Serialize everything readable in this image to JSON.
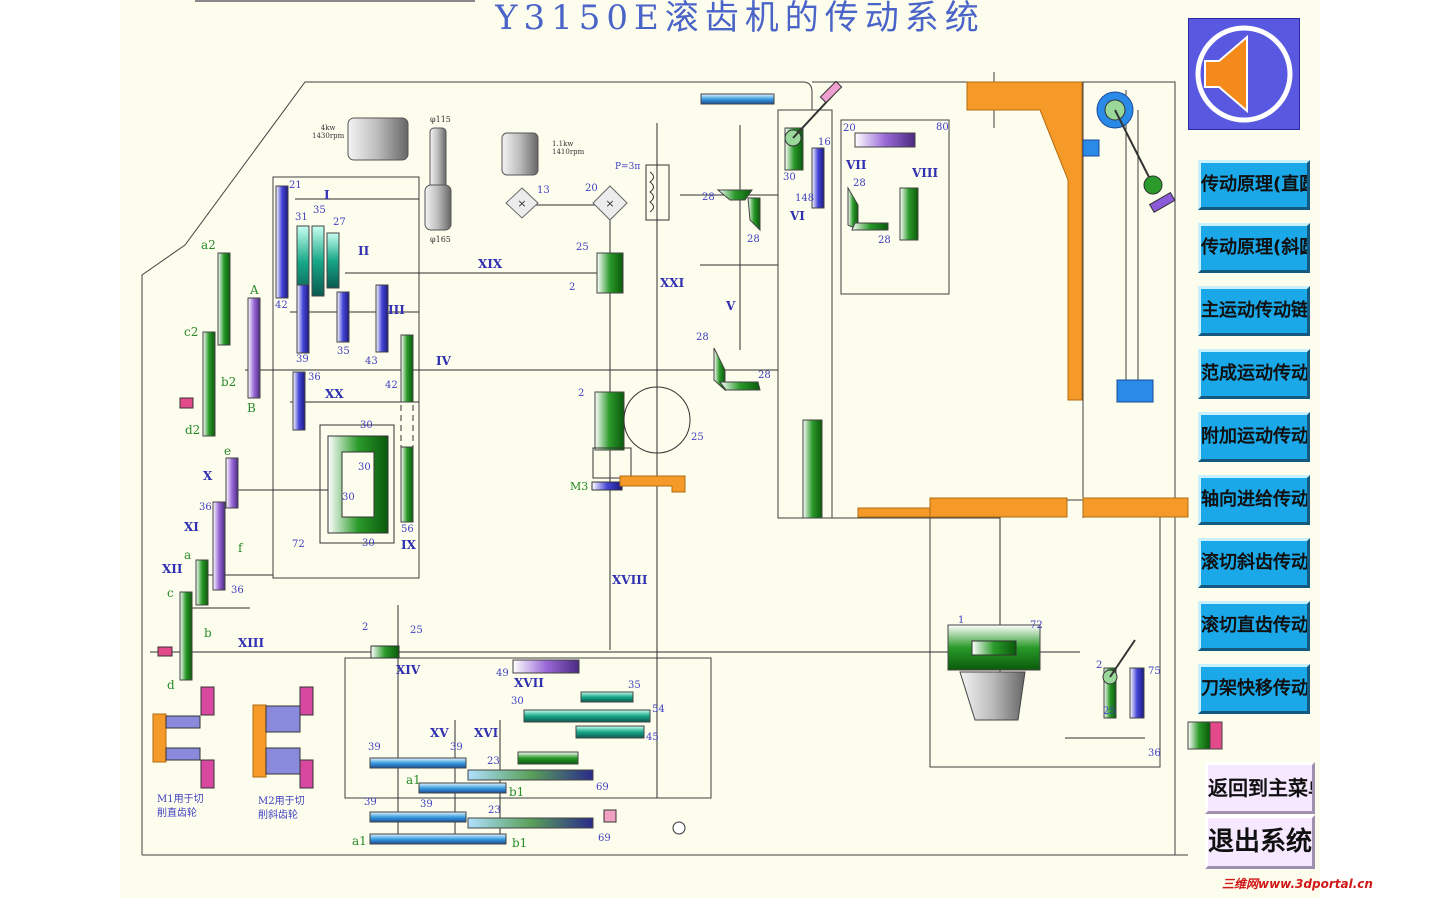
{
  "title": "Y3150E滚齿机的传动系统",
  "nav_buttons": [
    "传动原理(直圆)",
    "传动原理(斜圆)",
    "主运动传动链",
    "范成运动传动链",
    "附加运动传动链",
    "轴向进给传动链",
    "滚切斜齿传动链",
    "滚切直齿传动链",
    "刀架快移传动链"
  ],
  "footer_buttons": {
    "back": "返回到主菜单",
    "exit": "退出系统"
  },
  "watermark": "三维网www.3dportal.cn",
  "speaker_icon": "speaker-icon",
  "colors": {
    "button_blue": "#1aa8e8",
    "orange": "#f59a28",
    "diagram_blue": "#4040c0",
    "speaker_bg": "#5858e0"
  },
  "diagram": {
    "motor_main": {
      "power": "4kw",
      "speed": "1430rpm"
    },
    "motor_aux": {
      "power": "1.1kw",
      "speed": "1410rpm"
    },
    "pulley": {
      "top": "φ115",
      "bottom": "φ165"
    },
    "pitch": "P=3π",
    "m3": "M3",
    "clutch_notes": {
      "m1": [
        "M1用于切",
        "削直齿轮"
      ],
      "m2": [
        "M2用于切",
        "削斜齿轮"
      ]
    },
    "shaft_labels": [
      "I",
      "II",
      "III",
      "IV",
      "V",
      "VI",
      "VII",
      "VIII",
      "IX",
      "X",
      "XI",
      "XII",
      "XIII",
      "XIV",
      "XV",
      "XVI",
      "XVII",
      "XVIII",
      "XIX",
      "XX",
      "XXI"
    ],
    "gear_numbers": [
      "21",
      "31",
      "35",
      "27",
      "42",
      "39",
      "35",
      "43",
      "36",
      "42",
      "25",
      "2",
      "13",
      "20",
      "28",
      "28",
      "28",
      "28",
      "30",
      "16",
      "148",
      "20",
      "80",
      "28",
      "28",
      "2",
      "25",
      "30",
      "30",
      "30",
      "30",
      "72",
      "56",
      "36",
      "36",
      "2",
      "25",
      "1",
      "72",
      "2",
      "25",
      "75",
      "36",
      "49",
      "35",
      "30",
      "54",
      "45",
      "39",
      "39",
      "23",
      "69",
      "39",
      "39",
      "23",
      "69"
    ],
    "change_gear_letters": [
      "a2",
      "c2",
      "b2",
      "d2",
      "A",
      "B",
      "e",
      "f",
      "a",
      "c",
      "b",
      "d",
      "a1",
      "b1",
      "a1",
      "b1"
    ]
  }
}
